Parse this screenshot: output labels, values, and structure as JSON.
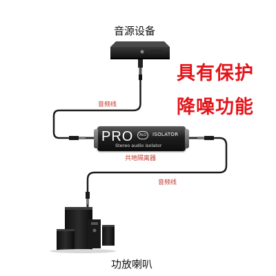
{
  "labels": {
    "source": "音源设备",
    "cable_top": "音频线",
    "device": "共地隔离器",
    "cable_bottom": "音频线",
    "speaker": "功放喇叭"
  },
  "slogans": [
    "具有保护",
    "降噪功能"
  ],
  "isolator": {
    "brand": "PRO",
    "badge": "ALG",
    "name": "ISOLATOR",
    "subtitle": "Stereo audio isolator"
  },
  "colors": {
    "slogan": "#e3151b",
    "cable_label": "#c0392b",
    "cable": "#1a1a1a",
    "device_body": "#1e1e1e"
  }
}
